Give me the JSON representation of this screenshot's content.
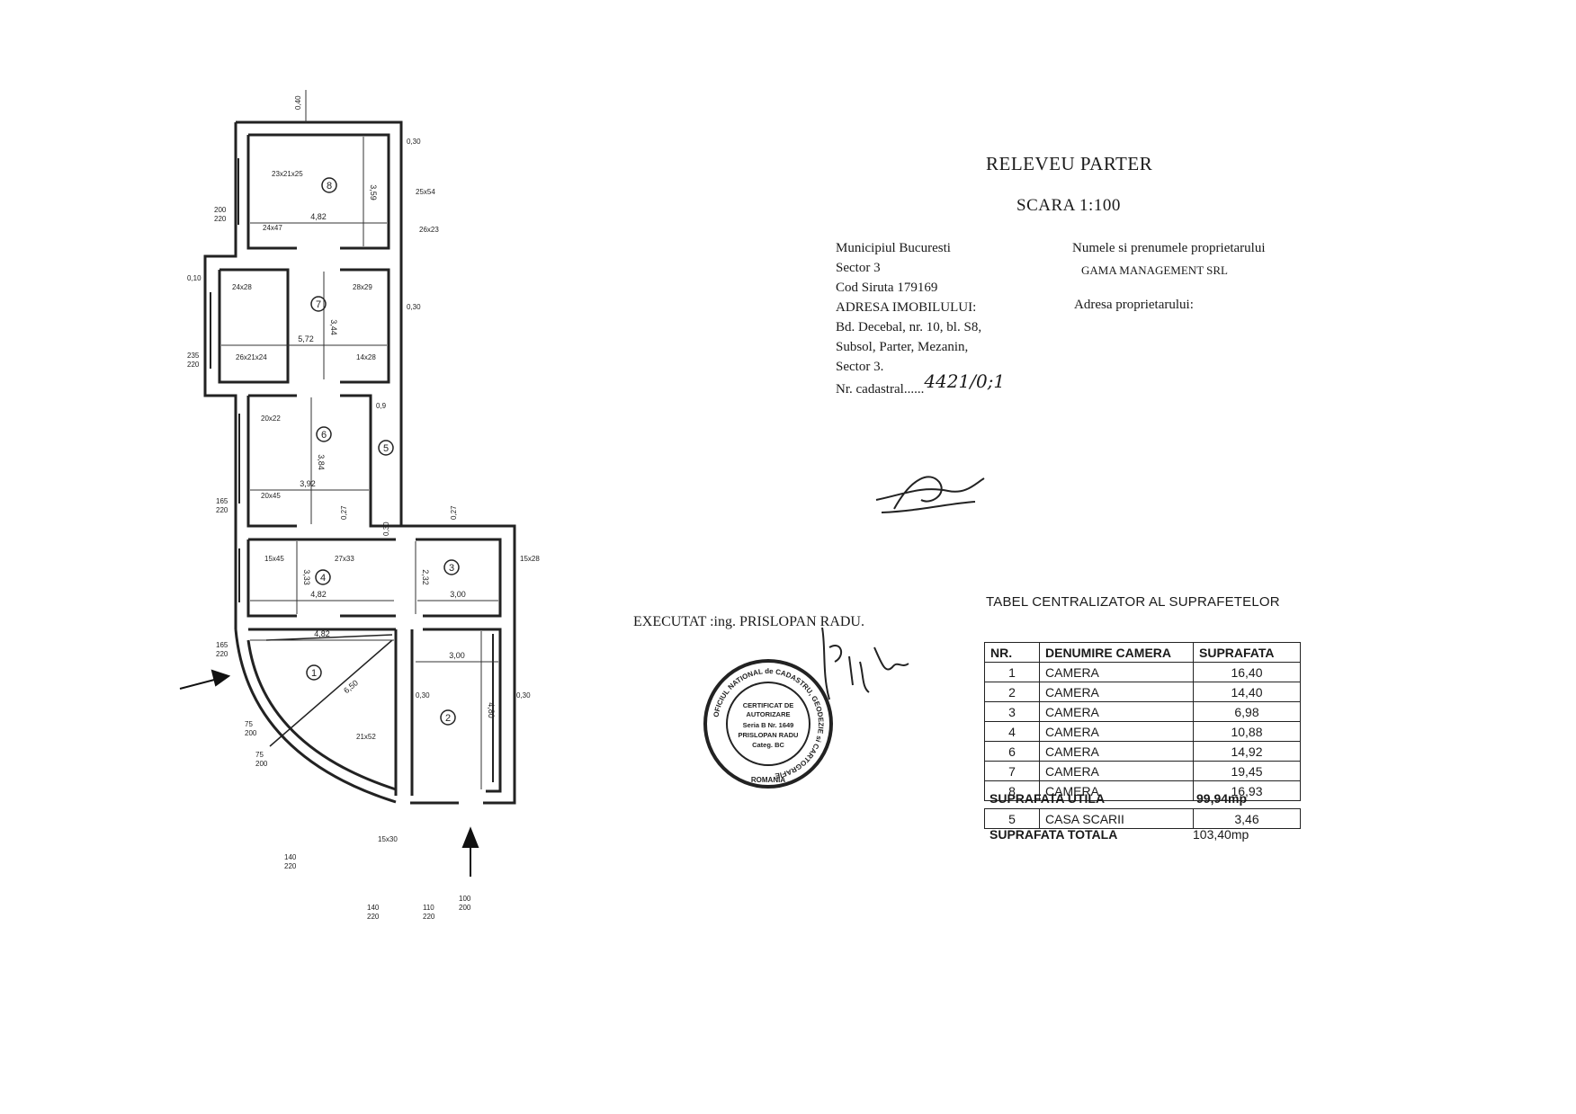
{
  "header": {
    "title": "RELEVEU PARTER",
    "scale": "SCARA 1:100"
  },
  "property": {
    "lines": [
      "Municipiul Bucuresti",
      "Sector 3",
      "Cod Siruta 179169",
      "ADRESA IMOBILULUI:",
      "Bd. Decebal, nr. 10, bl. S8,",
      "Subsol, Parter, Mezanin,",
      "Sector 3."
    ],
    "cadastral_label": "Nr. cadastral",
    "cadastral_value": "4421/0;1"
  },
  "owner": {
    "label": "Numele si prenumele proprietarului",
    "name": "GAMA MANAGEMENT SRL",
    "address_label": "Adresa proprietarului:"
  },
  "executed": {
    "label": "EXECUTAT :ing. PRISLOPAN RADU."
  },
  "stamp": {
    "ring": "OFICIUL NATIONAL de CADASTRU, GEODEZIE si CARTOGRAFIE",
    "bottom": "ROMANIA",
    "center": [
      "CERTIFICAT DE",
      "AUTORIZARE",
      "Seria B Nr. 1649",
      "PRISLOPAN RADU",
      "Categ. BC"
    ]
  },
  "table": {
    "title": "TABEL CENTRALIZATOR AL SUPRAFETELOR",
    "headers": [
      "NR.",
      "DENUMIRE CAMERA",
      "SUPRAFATA"
    ],
    "rows": [
      {
        "nr": "1",
        "name": "CAMERA",
        "area": "16,40"
      },
      {
        "nr": "2",
        "name": "CAMERA",
        "area": "14,40"
      },
      {
        "nr": "3",
        "name": "CAMERA",
        "area": "6,98"
      },
      {
        "nr": "4",
        "name": "CAMERA",
        "area": "10,88"
      },
      {
        "nr": "6",
        "name": "CAMERA",
        "area": "14,92"
      },
      {
        "nr": "7",
        "name": "CAMERA",
        "area": "19,45"
      },
      {
        "nr": "8",
        "name": "CAMERA",
        "area": "16,93"
      }
    ],
    "useful_label": "SUPRAFATA UTILA",
    "useful_value": "99,94mp",
    "extra_row": {
      "nr": "5",
      "name": "CASA SCARII",
      "area": "3,46"
    },
    "total_label": "SUPRAFATA TOTALA",
    "total_value": "103,40mp"
  },
  "plan": {
    "rooms": [
      "8",
      "7",
      "6",
      "5",
      "4",
      "3",
      "1",
      "2"
    ],
    "dims": [
      "4,82",
      "5,72",
      "3,92",
      "4,82",
      "3,00",
      "4,82",
      "3,00",
      "3,59",
      "3,44",
      "3,84",
      "3,33",
      "2,32",
      "4,80",
      "6,50"
    ],
    "notes": [
      "0,40",
      "0,30",
      "0,30",
      "0,10",
      "0,27",
      "0,27",
      "0,30",
      "0,30",
      "0,30",
      "0,9",
      "23x21x25",
      "25x54",
      "26x23",
      "24x47",
      "24x28",
      "28x29",
      "26x21x24",
      "14x28",
      "20x22",
      "20x45",
      "15x45",
      "27x33",
      "15x28",
      "21x52",
      "15x30",
      "200",
      "220",
      "235",
      "220",
      "165",
      "220",
      "165",
      "220",
      "75",
      "200",
      "75",
      "200",
      "140",
      "220",
      "140",
      "220",
      "110",
      "220",
      "100",
      "200"
    ]
  }
}
